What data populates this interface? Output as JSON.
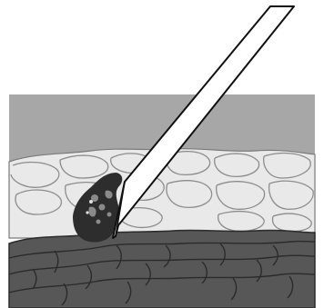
{
  "figure": {
    "kind": "cross-section illustration",
    "labels": [],
    "colors": {
      "background": "#ffffff",
      "top_band": "#a7a7a7",
      "upper_layer": "#e9e9e9",
      "upper_layer_outline": "#7a7a7a",
      "lower_layer": "#575757",
      "lower_layer_lines": "#2b2b2b",
      "lesion": "#2d2d2d",
      "lesion_spots": "#8a8a8a",
      "instrument_fill": "#ffffff",
      "instrument_outline": "#111111"
    },
    "elements": [
      "top-band",
      "upper-cell-layer",
      "lower-tissue-layer",
      "dark-lesion",
      "probe-instrument"
    ]
  }
}
